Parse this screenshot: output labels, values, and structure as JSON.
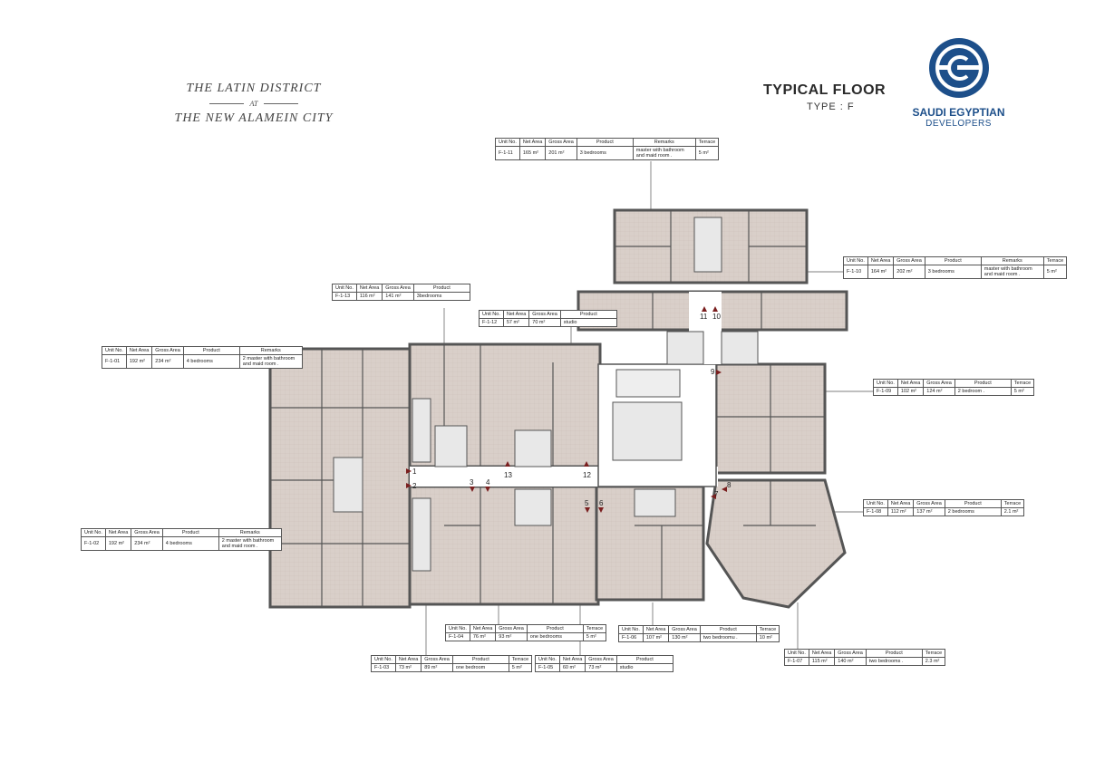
{
  "header": {
    "district_line1": "THE LATIN DISTRICT",
    "district_at": "AT",
    "district_line2": "THE NEW ALAMEIN CITY",
    "floor_title": "TYPICAL FLOOR",
    "floor_type": "TYPE : F"
  },
  "logo": {
    "icon": "se-monogram-icon",
    "name": "SAUDI EGYPTIAN",
    "sub": "DEVELOPERS",
    "color": "#1d4f8a"
  },
  "columns": {
    "unit": "Unit No.",
    "net": "Net Area",
    "gross": "Gross Area",
    "product": "Product",
    "remarks": "Remarks",
    "terrace": "Terrace"
  },
  "units": {
    "f111": {
      "unit": "F-1-11",
      "net": "165 m²",
      "gross": "201 m²",
      "product": "3 bedrooms",
      "remarks": "master with bathroom and maid room .",
      "terrace": "5  m²"
    },
    "f110": {
      "unit": "F-1-10",
      "net": "164 m²",
      "gross": "202 m²",
      "product": "3 bedrooms",
      "remarks": "master with bathroom and maid room .",
      "terrace": "5  m²"
    },
    "f113": {
      "unit": "F-1-13",
      "net": "116 m²",
      "gross": "141 m²",
      "product": "3bedrooms"
    },
    "f112": {
      "unit": "F-1-12",
      "net": "57 m²",
      "gross": "70 m²",
      "product": "studio"
    },
    "f101": {
      "unit": "F-1-01",
      "net": "192 m²",
      "gross": "234 m²",
      "product": "4 bedrooms",
      "remarks": "2 master with bathroom and maid room ."
    },
    "f109": {
      "unit": "F-1-09",
      "net": "102 m²",
      "gross": "124 m²",
      "product": "2 bedroom .",
      "terrace": "5  m²"
    },
    "f108": {
      "unit": "F-1-08",
      "net": "112 m²",
      "gross": "137 m²",
      "product": "2 bedrooms",
      "terrace": "2.1  m²"
    },
    "f102": {
      "unit": "F-1-02",
      "net": "192 m²",
      "gross": "234 m²",
      "product": "4 bedrooms",
      "remarks": "2 master with bathroom and maid room ."
    },
    "f104": {
      "unit": "F-1-04",
      "net": "76 m²",
      "gross": "93 m²",
      "product": "one bedrooms",
      "terrace": "5  m²"
    },
    "f106": {
      "unit": "F-1-06",
      "net": "107 m²",
      "gross": "130 m²",
      "product": "two bedroomu .",
      "terrace": "10  m²"
    },
    "f103": {
      "unit": "F-1-03",
      "net": "73 m²",
      "gross": "89 m²",
      "product": "one bedroom",
      "terrace": "5  m²"
    },
    "f105": {
      "unit": "F-1-05",
      "net": "60 m²",
      "gross": "73 m²",
      "product": "studio"
    },
    "f107": {
      "unit": "F-1-07",
      "net": "115 m²",
      "gross": "140 m²",
      "product": "two bedrooms .",
      "terrace": "2.3  m²"
    }
  },
  "door_markers": [
    "1",
    "2",
    "3",
    "4",
    "5",
    "6",
    "7",
    "8",
    "9",
    "10",
    "11",
    "12",
    "13"
  ],
  "colors": {
    "wall": "#555555",
    "room_fill": "#d9cfc9",
    "corridor": "#ffffff",
    "core": "#e8e8e8",
    "marker": "#7a1f1f"
  }
}
